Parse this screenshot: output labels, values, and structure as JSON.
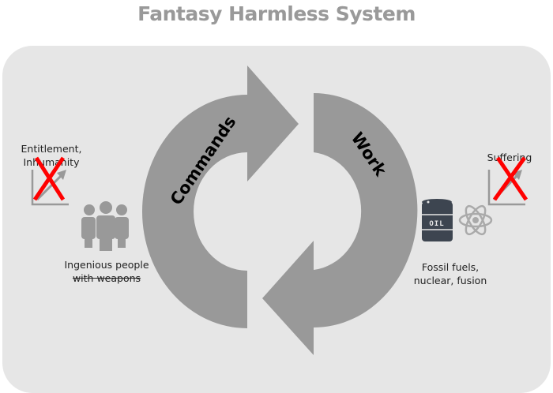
{
  "title": "Fantasy Harmless System",
  "cycle": {
    "left_arrow_label": "Commands",
    "right_arrow_label": "Work"
  },
  "left": {
    "chart_label_line1": "Entitlement,",
    "chart_label_line2": "Inhumanity",
    "people_label": "Ingenious people",
    "people_label_struck": "with weapons",
    "icons": [
      "growth-chart-icon",
      "red-x-icon",
      "people-icon"
    ]
  },
  "right": {
    "chart_label": "Suffering",
    "energy_label_line1": "Fossil fuels,",
    "energy_label_line2": "nuclear, fusion",
    "barrel_text": "OIL",
    "icons": [
      "oil-barrel-icon",
      "atom-icon",
      "growth-chart-icon",
      "red-x-icon"
    ]
  },
  "colors": {
    "arrow": "#999999",
    "background": "#e6e6e6",
    "cross": "#ff0000",
    "title": "#999999",
    "barrel": "#3d4550"
  }
}
